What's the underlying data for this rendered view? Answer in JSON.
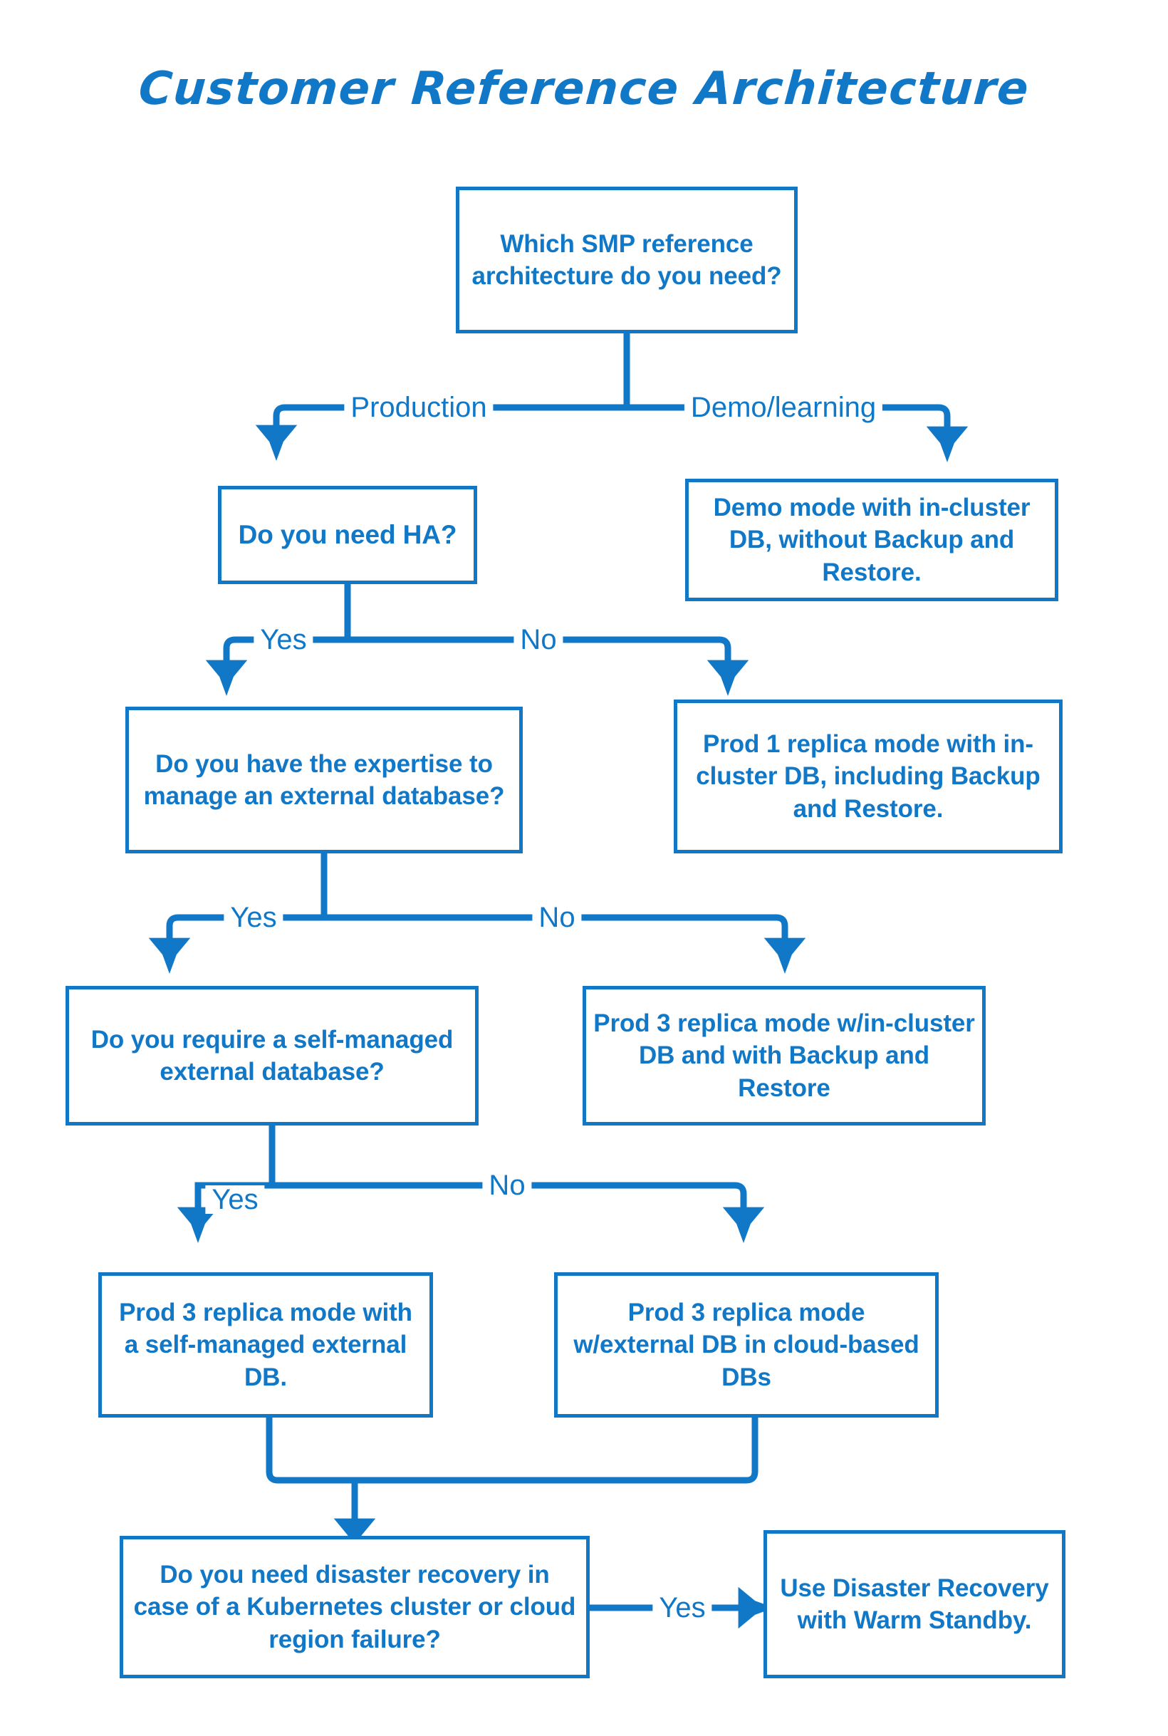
{
  "title": "Customer Reference Architecture",
  "theme": {
    "accent": "#1178C8",
    "background": "#ffffff"
  },
  "diagram": {
    "type": "flowchart",
    "nodes": [
      {
        "id": "q_root",
        "kind": "decision",
        "text": "Which SMP reference architecture do you need?"
      },
      {
        "id": "q_ha",
        "kind": "decision",
        "text": "Do you need HA?"
      },
      {
        "id": "r_demo",
        "kind": "outcome",
        "text": "Demo mode with in-cluster DB, without Backup and Restore."
      },
      {
        "id": "r_prod1",
        "kind": "outcome",
        "text": "Prod 1 replica mode with in-cluster DB, including Backup and Restore."
      },
      {
        "id": "q_expert",
        "kind": "decision",
        "text": "Do you have the expertise to manage an external database?"
      },
      {
        "id": "r_prod3ic",
        "kind": "outcome",
        "text": "Prod 3 replica mode w/in-cluster DB and with Backup and Restore"
      },
      {
        "id": "q_selfmgd",
        "kind": "decision",
        "text": "Do you require a self-managed external database?"
      },
      {
        "id": "r_prod3sm",
        "kind": "outcome",
        "text": "Prod 3 replica mode with a self-managed external DB."
      },
      {
        "id": "r_prod3cl",
        "kind": "outcome",
        "text": "Prod 3 replica mode w/external DB in cloud-based DBs"
      },
      {
        "id": "q_dr",
        "kind": "decision",
        "text": "Do you need disaster recovery in case of a Kubernetes cluster or cloud region failure?"
      },
      {
        "id": "r_dr",
        "kind": "outcome",
        "text": "Use Disaster Recovery with Warm Standby."
      }
    ],
    "edges": [
      {
        "from": "q_root",
        "to": "q_ha",
        "label": "Production"
      },
      {
        "from": "q_root",
        "to": "r_demo",
        "label": "Demo/learning"
      },
      {
        "from": "q_ha",
        "to": "q_expert",
        "label": "Yes"
      },
      {
        "from": "q_ha",
        "to": "r_prod1",
        "label": "No"
      },
      {
        "from": "q_expert",
        "to": "q_selfmgd",
        "label": "Yes"
      },
      {
        "from": "q_expert",
        "to": "r_prod3ic",
        "label": "No"
      },
      {
        "from": "q_selfmgd",
        "to": "r_prod3sm",
        "label": "Yes"
      },
      {
        "from": "q_selfmgd",
        "to": "r_prod3cl",
        "label": "No"
      },
      {
        "from": "r_prod3sm",
        "to": "q_dr",
        "label": ""
      },
      {
        "from": "r_prod3cl",
        "to": "q_dr",
        "label": ""
      },
      {
        "from": "q_dr",
        "to": "r_dr",
        "label": "Yes"
      }
    ]
  }
}
